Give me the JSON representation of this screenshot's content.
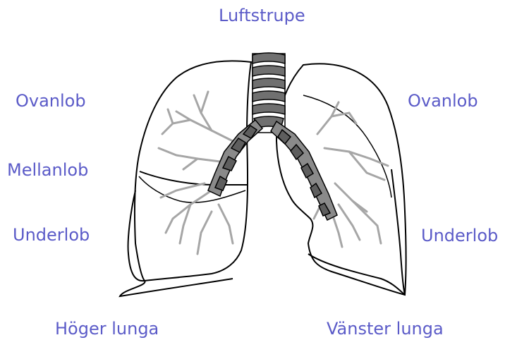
{
  "labels": {
    "trachea": "Luftstrupe",
    "right_upper": "Ovanlob",
    "right_middle": "Mellanlob",
    "right_lower": "Underlob",
    "left_upper": "Ovanlob",
    "left_lower": "Underlob",
    "right_lung": "Höger lunga",
    "left_lung": "Vänster lunga"
  },
  "colors": {
    "label": "#5b5bc8",
    "outline": "#000000",
    "cartilage": "#707070",
    "bronchi_light": "#a6a6a6"
  }
}
